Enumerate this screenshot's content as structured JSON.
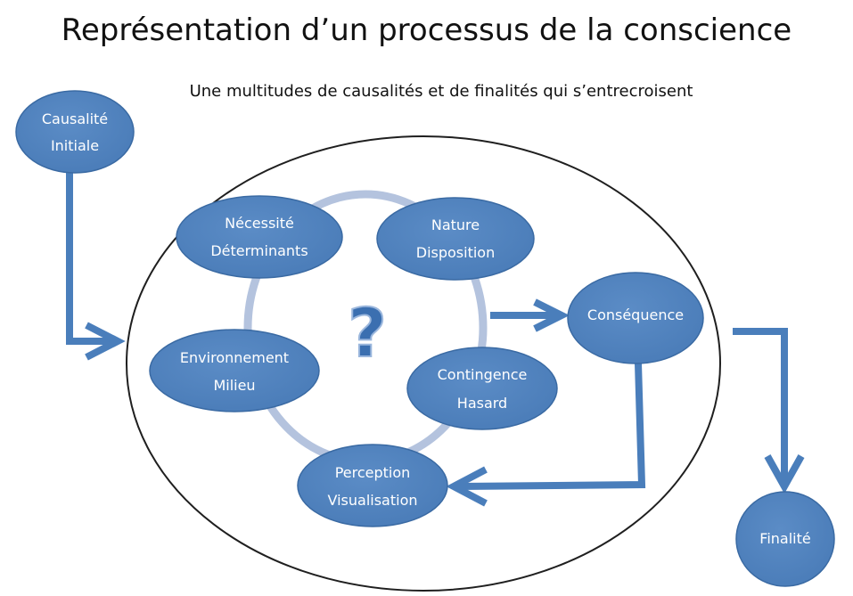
{
  "title": "Représentation d’un processus de la conscience",
  "subtitle": "Une multitudes de causalités et de finalités qui s’entrecroisent",
  "center_symbol": "?",
  "colors": {
    "node_fill": "#4f81bd",
    "node_stroke": "#3a6aa3",
    "arrow": "#4a7ebb",
    "ring": "#b4c3de",
    "outline": "#1f1f1f"
  },
  "nodes": {
    "causalite": {
      "line1": "Causalité",
      "line2": "Initiale"
    },
    "necessite": {
      "line1": "Nécessité",
      "line2": "Déterminants"
    },
    "nature": {
      "line1": "Nature",
      "line2": "Disposition"
    },
    "environnement": {
      "line1": "Environnement",
      "line2": "Milieu"
    },
    "contingence": {
      "line1": "Contingence",
      "line2": "Hasard"
    },
    "perception": {
      "line1": "Perception",
      "line2": "Visualisation"
    },
    "consequence": {
      "line1": "Conséquence"
    },
    "finalite": {
      "line1": "Finalité"
    }
  }
}
